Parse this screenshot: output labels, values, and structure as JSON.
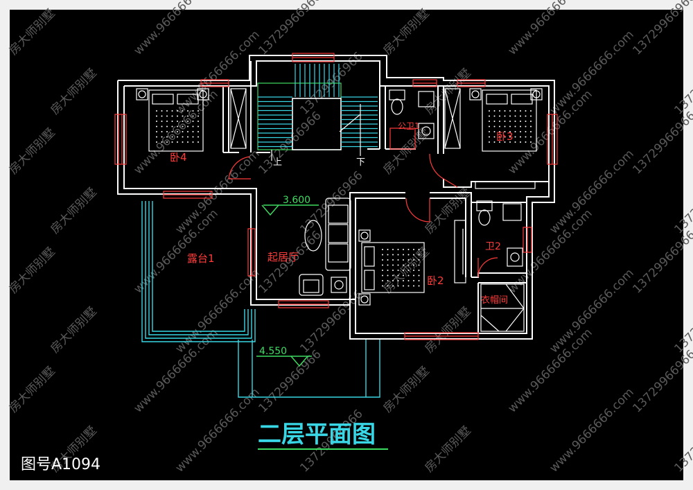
{
  "drawing": {
    "title": "二层平面图",
    "drawing_number": "图号A1094",
    "watermark_brand": "房大师别墅",
    "watermark_site": "www.9666666.com",
    "watermark_phone": "13729966966"
  },
  "rooms": {
    "bedroom_4": "卧4",
    "bedroom_3": "卧3",
    "bedroom_2": "卧2",
    "public_bath": "公卫1",
    "bath_2": "卫2",
    "wardrobe": "衣帽间",
    "living": "起居厅",
    "terrace": "露台1"
  },
  "stair": {
    "up": "上",
    "down": "下"
  },
  "elevations": {
    "floor": "3.600",
    "lower": "4.550"
  },
  "colors": {
    "background": "#000000",
    "frame": "#f0f0f0",
    "wall": "#ffffff",
    "window": "#ff3b3b",
    "cyan": "#39d7e6",
    "green": "#3fdc62",
    "title_underline": "#3fdc62",
    "watermark": "#5a5a5a"
  }
}
